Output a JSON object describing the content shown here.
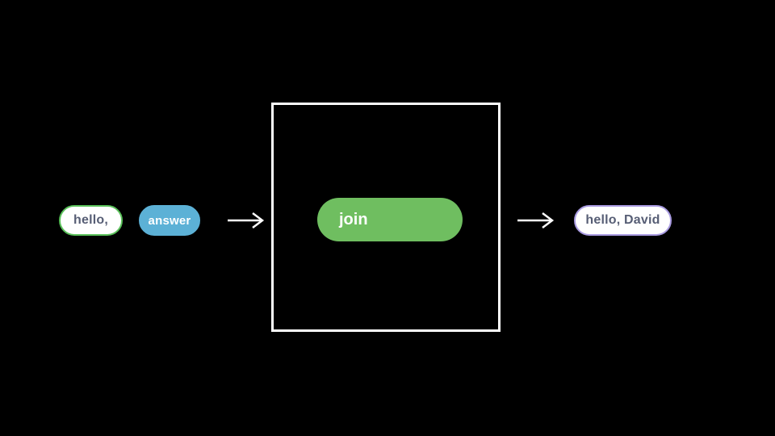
{
  "diagram": {
    "background": "#000000",
    "inputs": [
      {
        "label": "hello,",
        "bg": "#ffffff",
        "border": "#59c059",
        "text": "#575e75"
      },
      {
        "label": "answer",
        "bg": "#5cb1d6",
        "border": "#5cb1d6",
        "text": "#ffffff"
      }
    ],
    "arrow_color": "#ffffff",
    "function_box": {
      "border": "#ffffff",
      "bg": "#000000",
      "block": {
        "label": "join",
        "bg": "#6fbe60",
        "text": "#ffffff"
      }
    },
    "output": {
      "label": "hello, David",
      "bg": "#ffffff",
      "border": "#a89ae0",
      "text": "#575e75"
    }
  }
}
